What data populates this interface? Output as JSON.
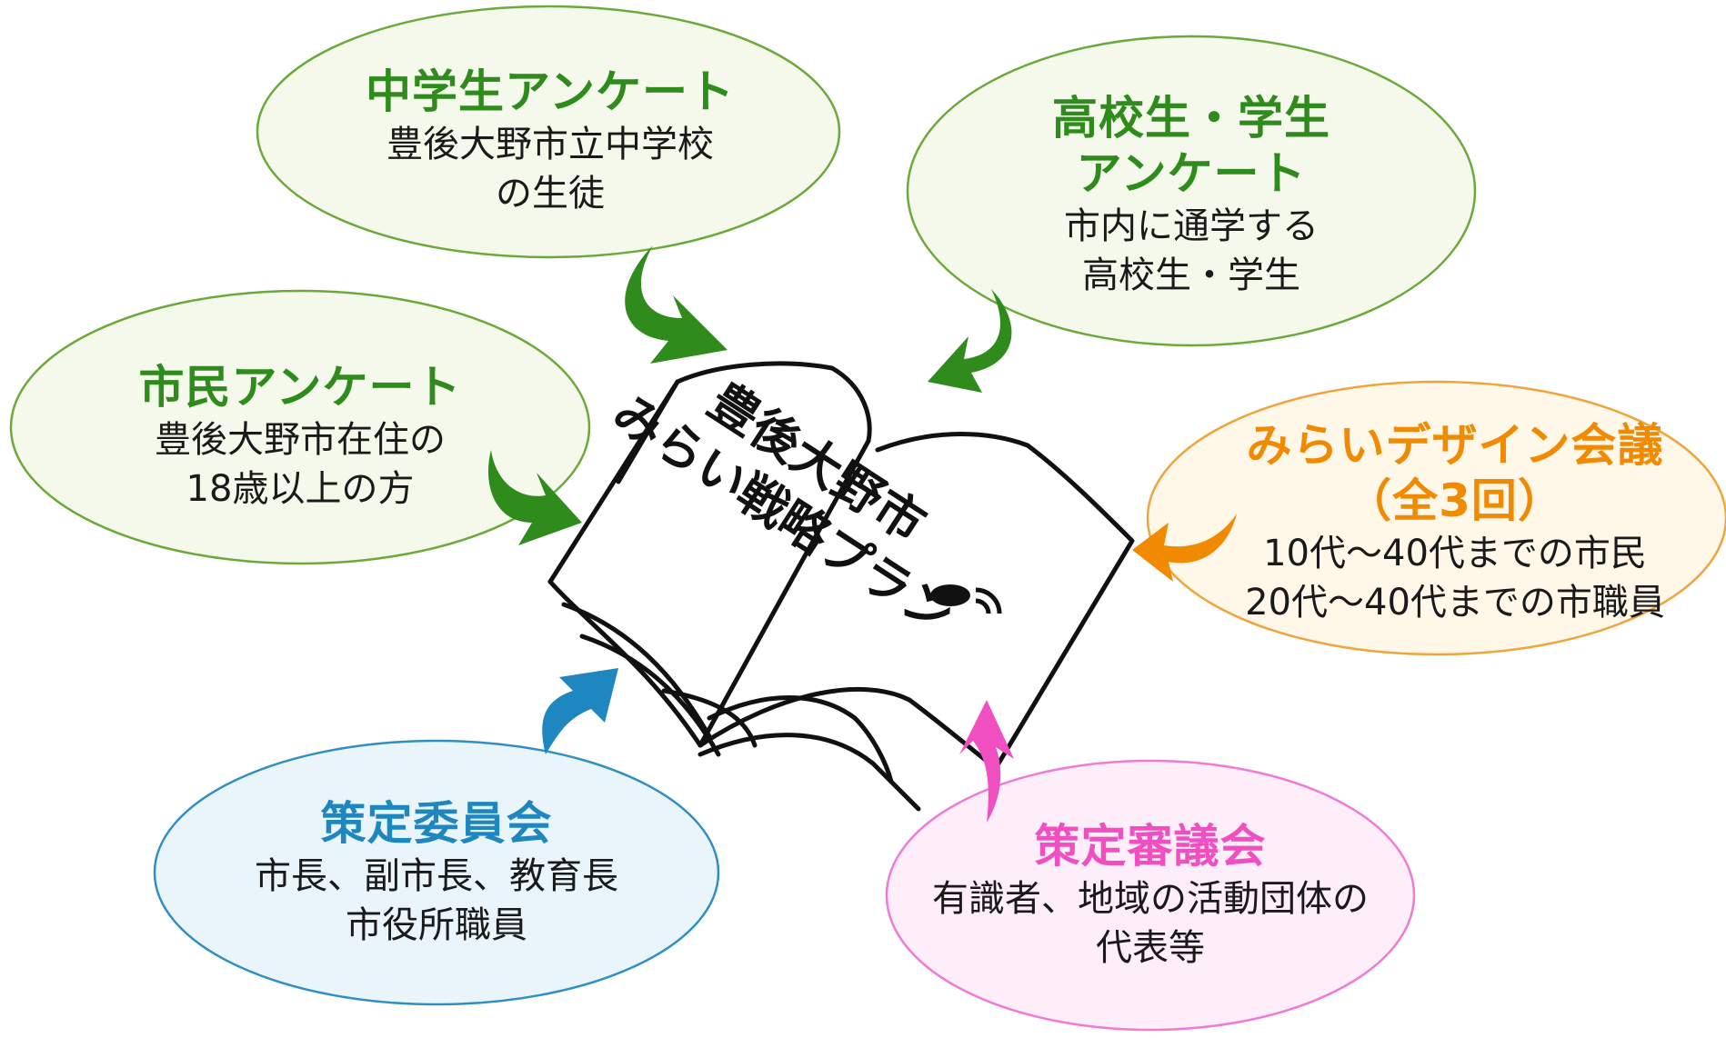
{
  "center": {
    "title_line1": "豊後大野市",
    "title_line2": "みらい戦略プラン"
  },
  "sources": [
    {
      "key": "junior_high",
      "title_lines": [
        "中学生アンケート"
      ],
      "desc_lines": [
        "豊後大野市立中学校",
        "の生徒"
      ],
      "color": "#2e8b1c",
      "fill": "#f4f9ec"
    },
    {
      "key": "high_school",
      "title_lines": [
        "高校生・学生",
        "アンケート"
      ],
      "desc_lines": [
        "市内に通学する",
        "高校生・学生"
      ],
      "color": "#2e8b1c",
      "fill": "#f4f9ec"
    },
    {
      "key": "citizens",
      "title_lines": [
        "市民アンケート"
      ],
      "desc_lines": [
        "豊後大野市在住の",
        "18歳以上の方"
      ],
      "color": "#2e8b1c",
      "fill": "#f4f9ec"
    },
    {
      "key": "mirai_design",
      "title_lines": [
        "みらいデザイン会議",
        "（全3回）"
      ],
      "desc_lines": [
        "10代～40代までの市民",
        "20代～40代までの市職員"
      ],
      "color": "#f08a00",
      "fill": "#fff7e8"
    },
    {
      "key": "committee",
      "title_lines": [
        "策定委員会"
      ],
      "desc_lines": [
        "市長、副市長、教育長",
        "市役所職員"
      ],
      "color": "#1f87bf",
      "fill": "#eaf5fb"
    },
    {
      "key": "council",
      "title_lines": [
        "策定審議会"
      ],
      "desc_lines": [
        "有識者、地域の活動団体の",
        "代表等"
      ],
      "color": "#f04fc2",
      "fill": "#fdeef9"
    }
  ]
}
